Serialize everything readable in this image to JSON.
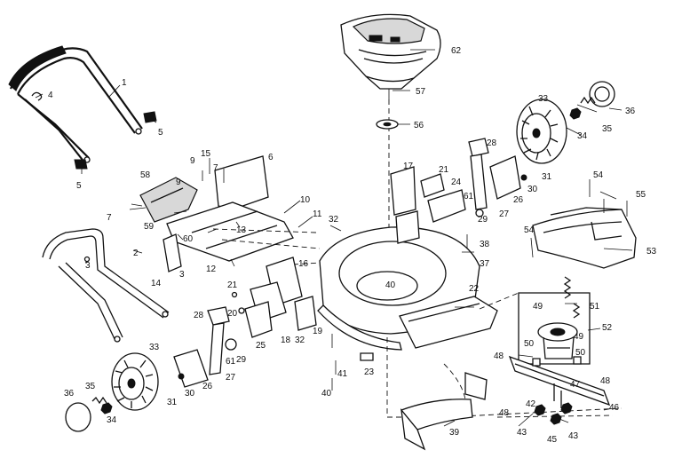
{
  "callouts": [
    {
      "id": "c1",
      "text": "1"
    },
    {
      "id": "c2",
      "text": "2"
    },
    {
      "id": "c3a",
      "text": "3"
    },
    {
      "id": "c3b",
      "text": "3"
    },
    {
      "id": "c4",
      "text": "4"
    },
    {
      "id": "c5a",
      "text": "5"
    },
    {
      "id": "c5b",
      "text": "5"
    },
    {
      "id": "c6",
      "text": "6"
    },
    {
      "id": "c7a",
      "text": "7"
    },
    {
      "id": "c7b",
      "text": "7"
    },
    {
      "id": "c9a",
      "text": "9"
    },
    {
      "id": "c9b",
      "text": "9"
    },
    {
      "id": "c10",
      "text": "10"
    },
    {
      "id": "c11",
      "text": "11"
    },
    {
      "id": "c12",
      "text": "12"
    },
    {
      "id": "c13",
      "text": "13"
    },
    {
      "id": "c14",
      "text": "14"
    },
    {
      "id": "c15",
      "text": "15"
    },
    {
      "id": "c16",
      "text": "16"
    },
    {
      "id": "c17",
      "text": "17"
    },
    {
      "id": "c18",
      "text": "18"
    },
    {
      "id": "c19",
      "text": "19"
    },
    {
      "id": "c20",
      "text": "20"
    },
    {
      "id": "c21a",
      "text": "21"
    },
    {
      "id": "c21b",
      "text": "21"
    },
    {
      "id": "c22",
      "text": "22"
    },
    {
      "id": "c23",
      "text": "23"
    },
    {
      "id": "c24",
      "text": "24"
    },
    {
      "id": "c25",
      "text": "25"
    },
    {
      "id": "c26a",
      "text": "26"
    },
    {
      "id": "c26b",
      "text": "26"
    },
    {
      "id": "c27a",
      "text": "27"
    },
    {
      "id": "c27b",
      "text": "27"
    },
    {
      "id": "c28a",
      "text": "28"
    },
    {
      "id": "c28b",
      "text": "28"
    },
    {
      "id": "c29a",
      "text": "29"
    },
    {
      "id": "c29b",
      "text": "29"
    },
    {
      "id": "c30a",
      "text": "30"
    },
    {
      "id": "c30b",
      "text": "30"
    },
    {
      "id": "c31a",
      "text": "31"
    },
    {
      "id": "c31b",
      "text": "31"
    },
    {
      "id": "c32a",
      "text": "32"
    },
    {
      "id": "c32b",
      "text": "32"
    },
    {
      "id": "c33a",
      "text": "33"
    },
    {
      "id": "c33b",
      "text": "33"
    },
    {
      "id": "c34a",
      "text": "34"
    },
    {
      "id": "c34b",
      "text": "34"
    },
    {
      "id": "c35a",
      "text": "35"
    },
    {
      "id": "c35b",
      "text": "35"
    },
    {
      "id": "c36a",
      "text": "36"
    },
    {
      "id": "c36b",
      "text": "36"
    },
    {
      "id": "c37",
      "text": "37"
    },
    {
      "id": "c38",
      "text": "38"
    },
    {
      "id": "c39",
      "text": "39"
    },
    {
      "id": "c40a",
      "text": "40"
    },
    {
      "id": "c40b",
      "text": "40"
    },
    {
      "id": "c41",
      "text": "41"
    },
    {
      "id": "c42",
      "text": "42"
    },
    {
      "id": "c43a",
      "text": "43"
    },
    {
      "id": "c43b",
      "text": "43"
    },
    {
      "id": "c45",
      "text": "45"
    },
    {
      "id": "c46",
      "text": "46"
    },
    {
      "id": "c47",
      "text": "47"
    },
    {
      "id": "c48a",
      "text": "48"
    },
    {
      "id": "c48b",
      "text": "48"
    },
    {
      "id": "c48c",
      "text": "48"
    },
    {
      "id": "c49a",
      "text": "49"
    },
    {
      "id": "c49b",
      "text": "49"
    },
    {
      "id": "c50a",
      "text": "50"
    },
    {
      "id": "c50b",
      "text": "50"
    },
    {
      "id": "c51",
      "text": "51"
    },
    {
      "id": "c52",
      "text": "52"
    },
    {
      "id": "c53",
      "text": "53"
    },
    {
      "id": "c54a",
      "text": "54"
    },
    {
      "id": "c54b",
      "text": "54"
    },
    {
      "id": "c55",
      "text": "55"
    },
    {
      "id": "c56",
      "text": "56"
    },
    {
      "id": "c57",
      "text": "57"
    },
    {
      "id": "c58",
      "text": "58"
    },
    {
      "id": "c59",
      "text": "59"
    },
    {
      "id": "c60",
      "text": "60"
    },
    {
      "id": "c61a",
      "text": "61"
    },
    {
      "id": "c61b",
      "text": "61"
    },
    {
      "id": "c62",
      "text": "62"
    }
  ],
  "colors": {
    "ink": "#111111",
    "paper": "#ffffff",
    "shade": "#d8d8d8"
  }
}
